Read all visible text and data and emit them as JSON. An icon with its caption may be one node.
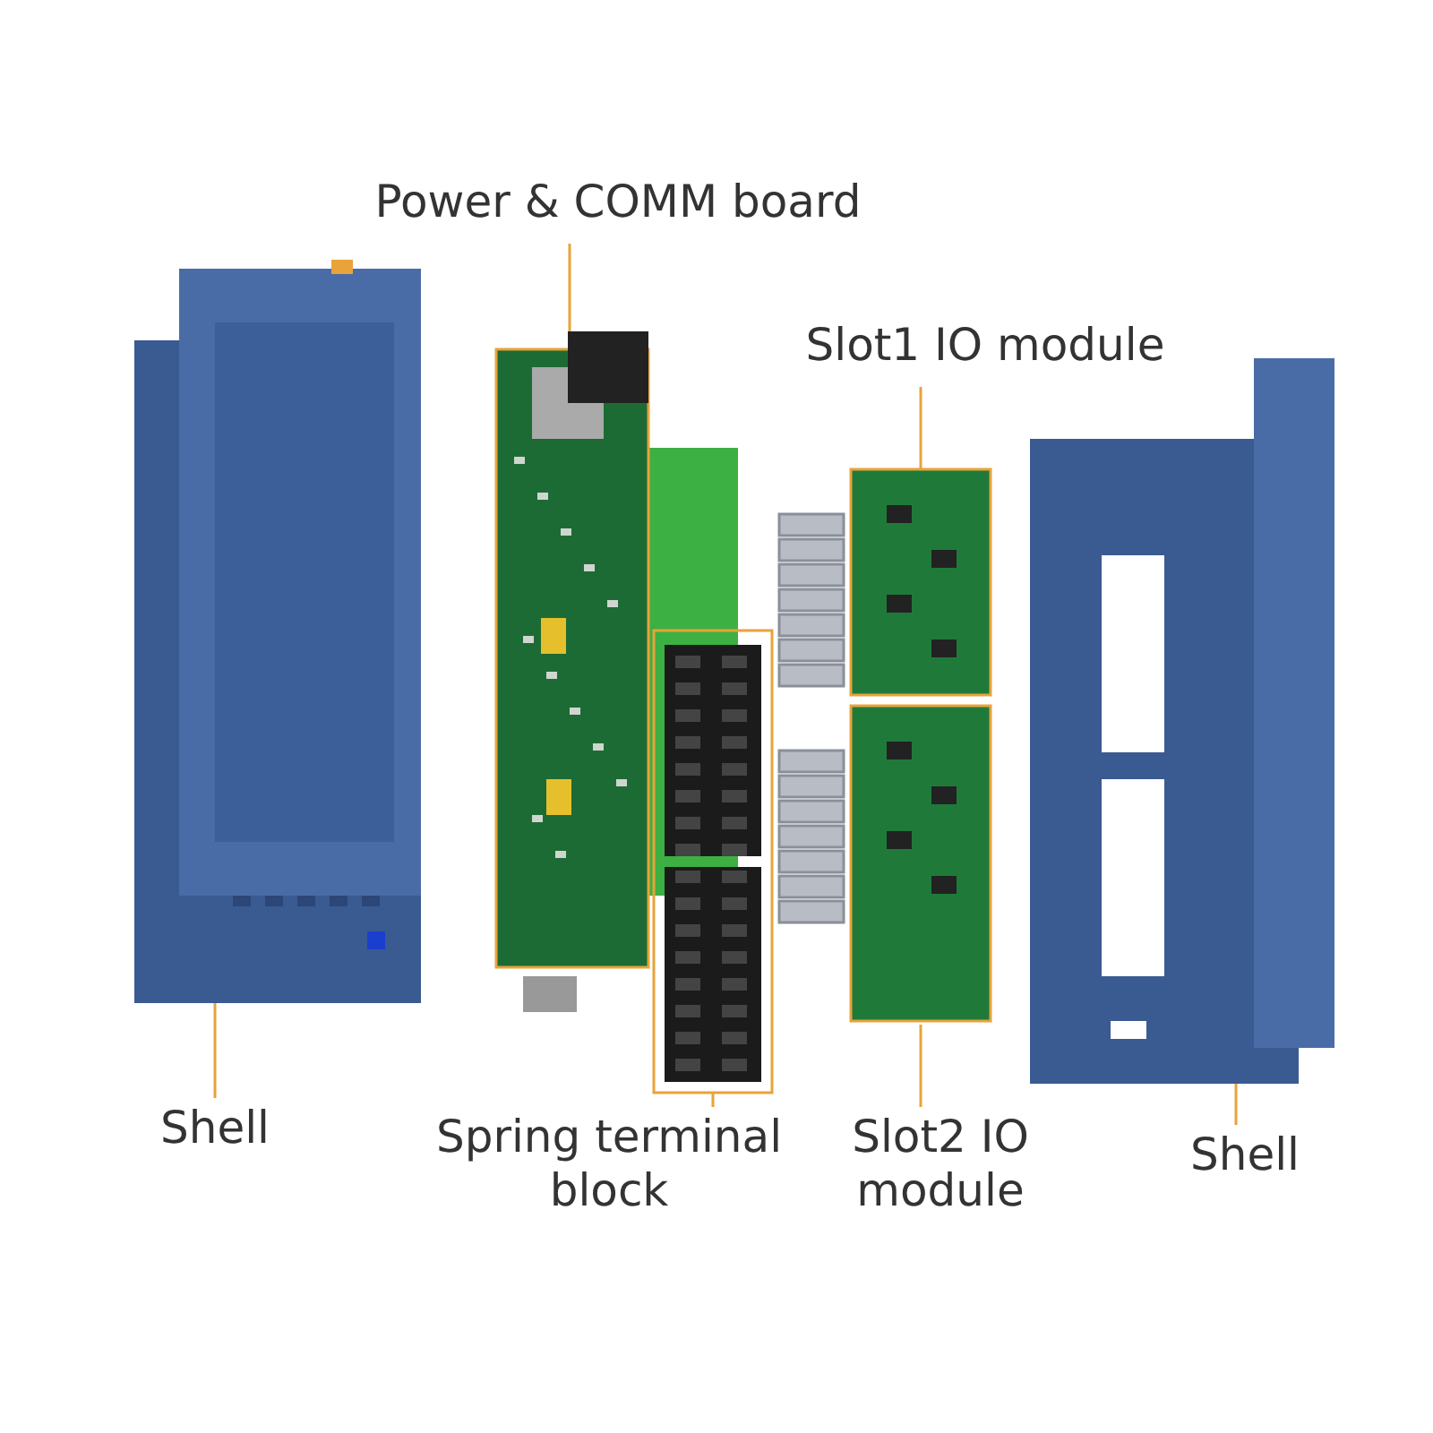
{
  "diagram": {
    "nodes": [
      {
        "text": [
          "Power & COMM board"
        ]
      },
      {
        "text": [],
        "shape": "picture"
      },
      {
        "text": [
          "Slot1 IO module"
        ]
      },
      {
        "text": [],
        "shape": "picture"
      },
      {
        "text": [],
        "shape": "picture"
      },
      {
        "text": [],
        "shape": "picture"
      },
      {
        "text": [],
        "shape": "picture"
      },
      {
        "text": [],
        "shape": "picture"
      },
      {
        "text": [
          "Shell"
        ]
      },
      {
        "text": [
          "Spring terminal block"
        ]
      },
      {
        "text": [
          "Slot2 IO module"
        ]
      },
      {
        "text": [
          "Shell"
        ]
      }
    ],
    "edges": [
      {
        "from": 0,
        "to": 1,
        "arrow": "none"
      },
      {
        "from": 2,
        "to": 3,
        "arrow": "none"
      },
      {
        "from": 8,
        "to": 4,
        "arrow": "none"
      },
      {
        "from": 9,
        "to": 6,
        "arrow": "none"
      },
      {
        "from": 10,
        "to": 5,
        "arrow": "none"
      },
      {
        "from": 11,
        "to": 7,
        "arrow": "none"
      }
    ]
  }
}
